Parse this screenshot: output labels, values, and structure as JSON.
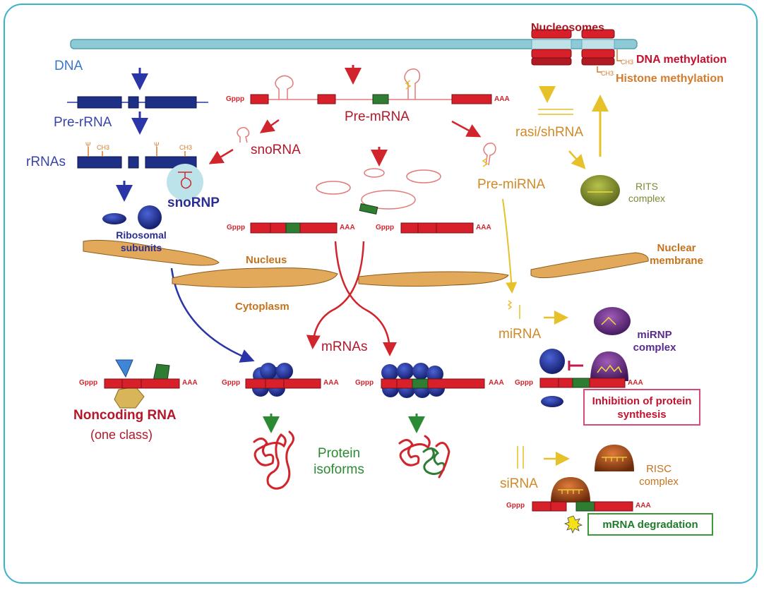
{
  "labels": {
    "nucleosomes": "Nucleosomes",
    "dna_methylation": "DNA methylation",
    "histone_methylation": "Histone methylation",
    "ch3": "CH3",
    "dna": "DNA",
    "pre_rrna": "Pre-rRNA",
    "rrnas": "rRNAs",
    "snorna": "snoRNA",
    "snornp": "snoRNP",
    "ribosomal_subunits": "Ribosomal subunits",
    "pre_mrna": "Pre-mRNA",
    "gppp": "Gppp",
    "aaa": "AAA",
    "psi": "Ψ",
    "rasi_shrna": "rasi/shRNA",
    "pre_mirna": "Pre-miRNA",
    "rits_complex": "RITS complex",
    "nucleus": "Nucleus",
    "nuclear_membrane": "Nuclear membrane",
    "cytoplasm": "Cytoplasm",
    "mrnas": "mRNAs",
    "mirna": "miRNA",
    "mirnp_complex": "miRNP complex",
    "inhibition": "Inhibition of protein synthesis",
    "noncoding_rna": "Noncoding RNA",
    "one_class": "(one class)",
    "protein_isoforms": "Protein isoforms",
    "sirna": "siRNA",
    "risc_complex": "RISC complex",
    "mrna_degradation": "mRNA degradation"
  },
  "colors": {
    "frame": "#38b3c9",
    "dna_bar": "#8ec9d6",
    "exon_red": "#d8202b",
    "exon_green": "#2f7d32",
    "rrna_blue": "#1e2f86",
    "ribosome_blue": "#1f2f9c",
    "arrow_blue": "#2a36a8",
    "arrow_red": "#d1252d",
    "arrow_gold": "#e6c12a",
    "arrow_green": "#2a8b34",
    "membrane": "#e3a95a",
    "rits": "#8b9a2c",
    "mirnp": "#6b2c83",
    "risc": "#b4561c",
    "inhibition_border": "#d84a7a",
    "degradation_border": "#3a9a3a"
  }
}
